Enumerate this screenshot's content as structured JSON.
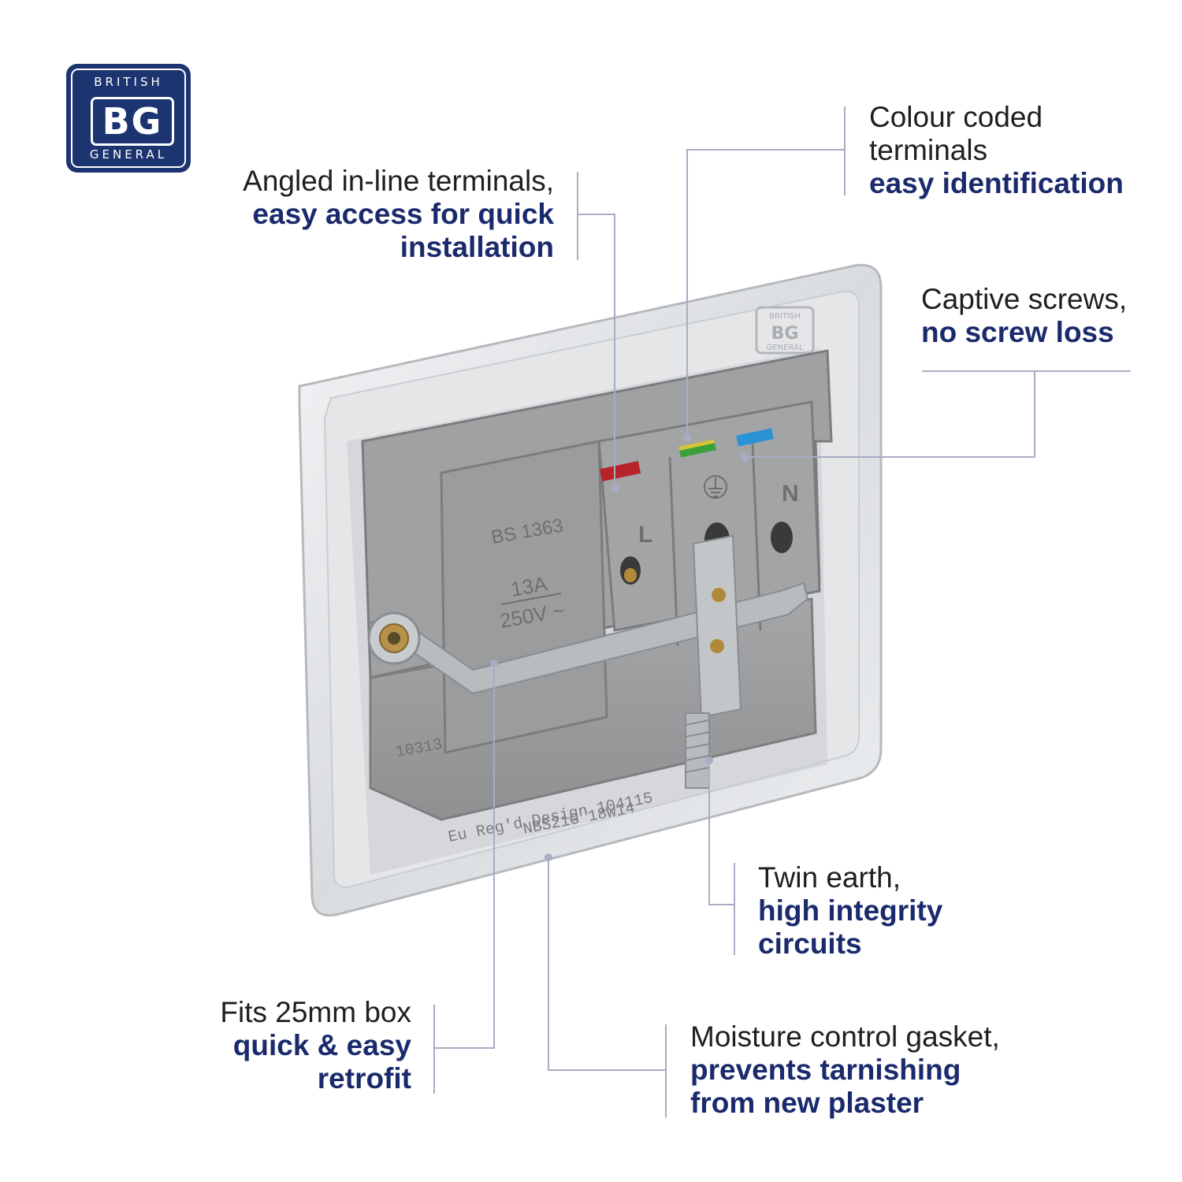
{
  "logo": {
    "top": "BRITISH",
    "mark": "BG",
    "bottom": "GENERAL"
  },
  "callouts": {
    "angled": {
      "line1": "Angled in-line terminals,",
      "line2": "easy access for quick",
      "line3": "installation"
    },
    "colour": {
      "line1": "Colour coded",
      "line2": "terminals",
      "line3": "easy identification"
    },
    "captive": {
      "line1": "Captive screws,",
      "line2": "no screw loss"
    },
    "twin": {
      "line1": "Twin earth,",
      "line2": "high integrity",
      "line3": "circuits"
    },
    "fits": {
      "line1": "Fits 25mm box",
      "line2": "quick & easy",
      "line3": "retrofit"
    },
    "moisture": {
      "line1": "Moisture control gasket,",
      "line2": "prevents tarnishing",
      "line3": "from new plaster"
    }
  },
  "product": {
    "standard": "BS 1363",
    "rating_current": "13A",
    "rating_voltage": "250V ~",
    "terminal_live": "L",
    "terminal_neutral": "N",
    "code": "10313",
    "reg_line1": "Eu Reg'd Design 104115",
    "reg_line2": "NBS21G 18W14",
    "plate_logo_top": "BRITISH",
    "plate_logo_mark": "BG",
    "plate_logo_bottom": "GENERAL"
  },
  "colors": {
    "brand": "#1c3470",
    "heading": "#1a2a6c",
    "body_text": "#1f1f1f",
    "leader": "#a9acc4",
    "live_terminal": "#b8232a",
    "earth_terminal": "#3aa13a",
    "neutral_terminal": "#2a93d5"
  }
}
